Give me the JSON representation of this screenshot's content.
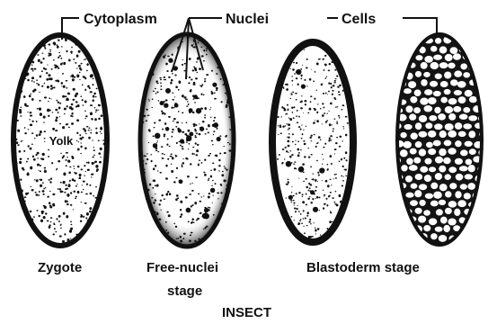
{
  "labels": {
    "cytoplasm": "Cytoplasm",
    "nuclei": "Nuclei",
    "cells": "Cells",
    "yolk": "Yolk"
  },
  "stages": {
    "zygote": "Zygote",
    "free_nuclei_line1": "Free-nuclei",
    "free_nuclei_line2": "stage",
    "blastoderm": "Blastoderm stage"
  },
  "caption": "INSECT",
  "colors": {
    "ink": "#111111",
    "yolk_fill": "#ffffff"
  }
}
